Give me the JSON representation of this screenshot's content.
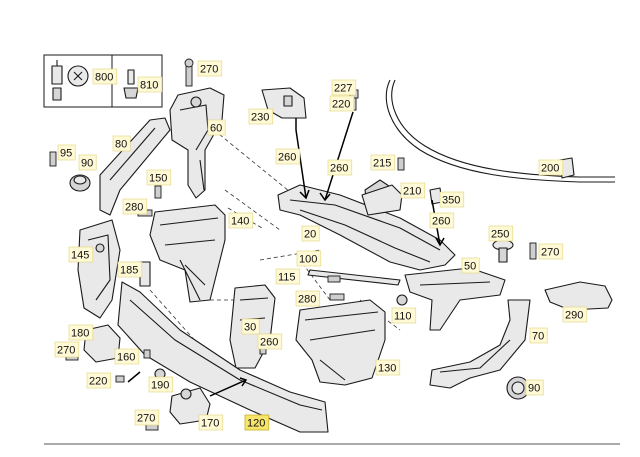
{
  "labels": [
    {
      "id": "270a",
      "text": "270"
    },
    {
      "id": "800",
      "text": "800"
    },
    {
      "id": "810",
      "text": "810"
    },
    {
      "id": "60",
      "text": "60"
    },
    {
      "id": "80",
      "text": "80"
    },
    {
      "id": "95",
      "text": "95"
    },
    {
      "id": "90a",
      "text": "90"
    },
    {
      "id": "150",
      "text": "150"
    },
    {
      "id": "280a",
      "text": "280"
    },
    {
      "id": "140",
      "text": "140"
    },
    {
      "id": "145",
      "text": "145"
    },
    {
      "id": "185",
      "text": "185"
    },
    {
      "id": "230",
      "text": "230"
    },
    {
      "id": "227",
      "text": "227"
    },
    {
      "id": "220a",
      "text": "220"
    },
    {
      "id": "260a",
      "text": "260"
    },
    {
      "id": "260b",
      "text": "260"
    },
    {
      "id": "215",
      "text": "215"
    },
    {
      "id": "210",
      "text": "210"
    },
    {
      "id": "350",
      "text": "350"
    },
    {
      "id": "200",
      "text": "200"
    },
    {
      "id": "260c",
      "text": "260"
    },
    {
      "id": "20",
      "text": "20"
    },
    {
      "id": "100",
      "text": "100"
    },
    {
      "id": "115",
      "text": "115"
    },
    {
      "id": "280b",
      "text": "280"
    },
    {
      "id": "250",
      "text": "250"
    },
    {
      "id": "270b",
      "text": "270"
    },
    {
      "id": "50",
      "text": "50"
    },
    {
      "id": "110",
      "text": "110"
    },
    {
      "id": "290",
      "text": "290"
    },
    {
      "id": "30",
      "text": "30"
    },
    {
      "id": "260d",
      "text": "260"
    },
    {
      "id": "70",
      "text": "70"
    },
    {
      "id": "180",
      "text": "180"
    },
    {
      "id": "270c",
      "text": "270"
    },
    {
      "id": "160",
      "text": "160"
    },
    {
      "id": "130",
      "text": "130"
    },
    {
      "id": "220b",
      "text": "220"
    },
    {
      "id": "190",
      "text": "190"
    },
    {
      "id": "90b",
      "text": "90"
    },
    {
      "id": "270d",
      "text": "270"
    },
    {
      "id": "170",
      "text": "170"
    },
    {
      "id": "120",
      "text": "120"
    }
  ]
}
